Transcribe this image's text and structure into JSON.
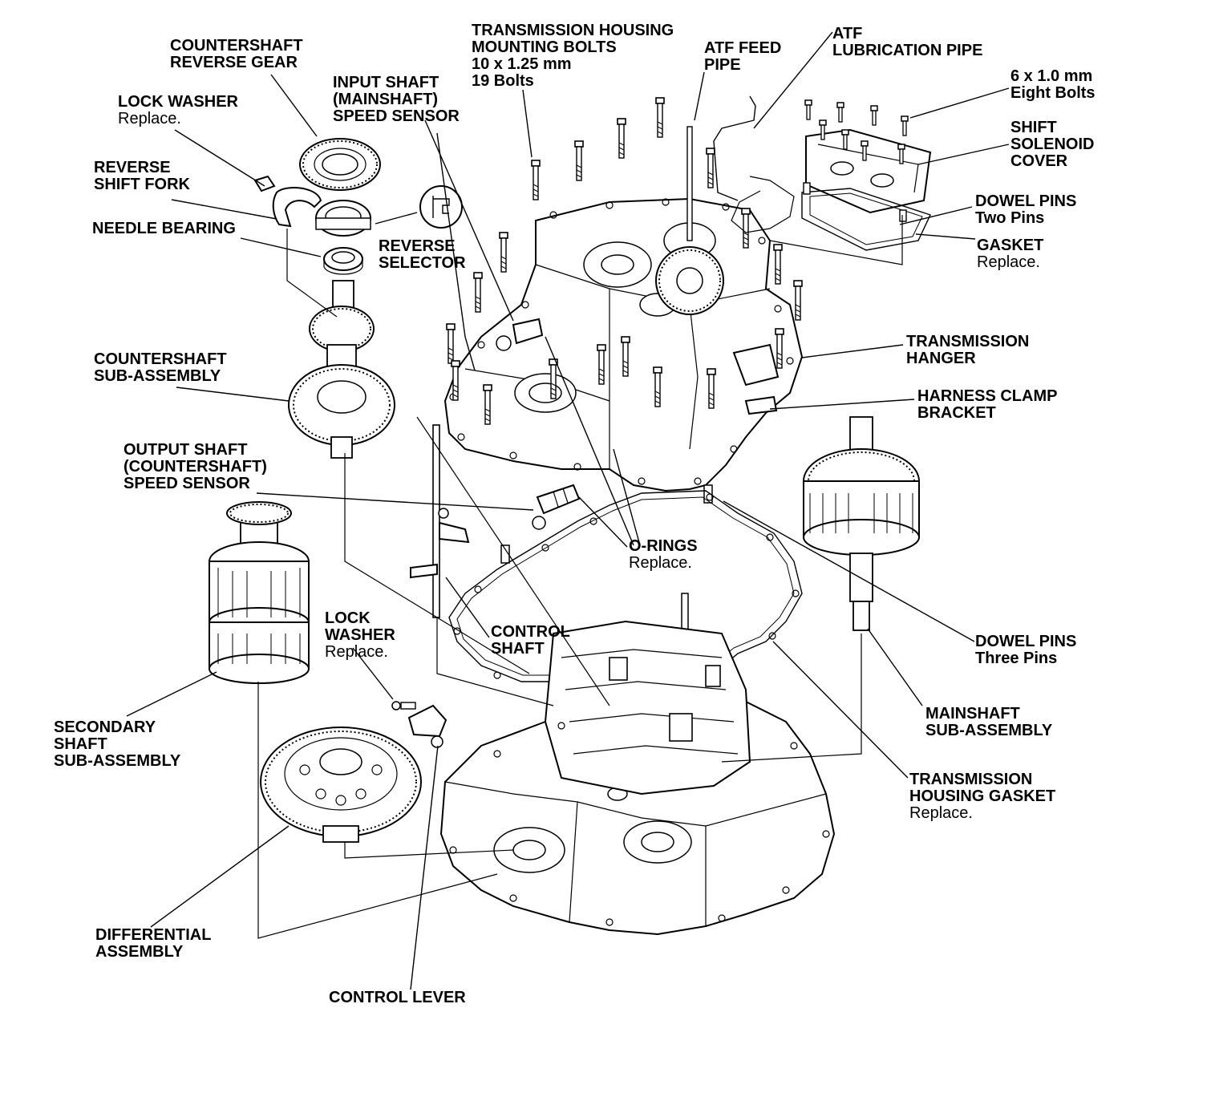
{
  "colors": {
    "ink": "#000000",
    "background": "#ffffff"
  },
  "labels": {
    "countershaft_reverse_gear": [
      "COUNTERSHAFT",
      "REVERSE GEAR"
    ],
    "lock_washer_top": {
      "lines": [
        "LOCK WASHER"
      ],
      "note": "Replace."
    },
    "reverse_shift_fork": [
      "REVERSE",
      "SHIFT FORK"
    ],
    "needle_bearing": [
      "NEEDLE BEARING"
    ],
    "input_shaft_sensor": [
      "INPUT SHAFT",
      "(MAINSHAFT)",
      "SPEED SENSOR"
    ],
    "reverse_selector": [
      "REVERSE",
      "SELECTOR"
    ],
    "countershaft_sub_assembly": [
      "COUNTERSHAFT",
      "SUB-ASSEMBLY"
    ],
    "output_shaft_sensor": [
      "OUTPUT SHAFT",
      "(COUNTERSHAFT)",
      "SPEED SENSOR"
    ],
    "housing_mounting_bolts": [
      "TRANSMISSION HOUSING",
      "MOUNTING BOLTS",
      "10 x 1.25 mm",
      "19 Bolts"
    ],
    "atf_feed_pipe": [
      "ATF FEED",
      "PIPE"
    ],
    "atf_lubrication_pipe": [
      "ATF",
      "LUBRICATION PIPE"
    ],
    "eight_bolts": [
      "6 x 1.0 mm",
      "Eight Bolts"
    ],
    "shift_solenoid_cover": [
      "SHIFT",
      "SOLENOID",
      "COVER"
    ],
    "dowel_pins_two": [
      "DOWEL PINS",
      "Two Pins"
    ],
    "gasket": {
      "lines": [
        "GASKET"
      ],
      "note": "Replace."
    },
    "transmission_hanger": [
      "TRANSMISSION",
      "HANGER"
    ],
    "harness_clamp_bracket": [
      "HARNESS CLAMP",
      "BRACKET"
    ],
    "o_rings": {
      "lines": [
        "O-RINGS"
      ],
      "note": "Replace."
    },
    "control_shaft": [
      "CONTROL",
      "SHAFT"
    ],
    "lock_washer_bottom": {
      "lines": [
        "LOCK",
        "WASHER"
      ],
      "note": "Replace."
    },
    "dowel_pins_three": [
      "DOWEL PINS",
      "Three Pins"
    ],
    "mainshaft_sub_assembly": [
      "MAINSHAFT",
      "SUB-ASSEMBLY"
    ],
    "secondary_shaft_sub_assembly": [
      "SECONDARY",
      "SHAFT",
      "SUB-ASSEMBLY"
    ],
    "housing_gasket": {
      "lines": [
        "TRANSMISSION",
        "HOUSING GASKET"
      ],
      "note": "Replace."
    },
    "differential_assembly": [
      "DIFFERENTIAL",
      "ASSEMBLY"
    ],
    "control_lever": [
      "CONTROL LEVER"
    ]
  }
}
